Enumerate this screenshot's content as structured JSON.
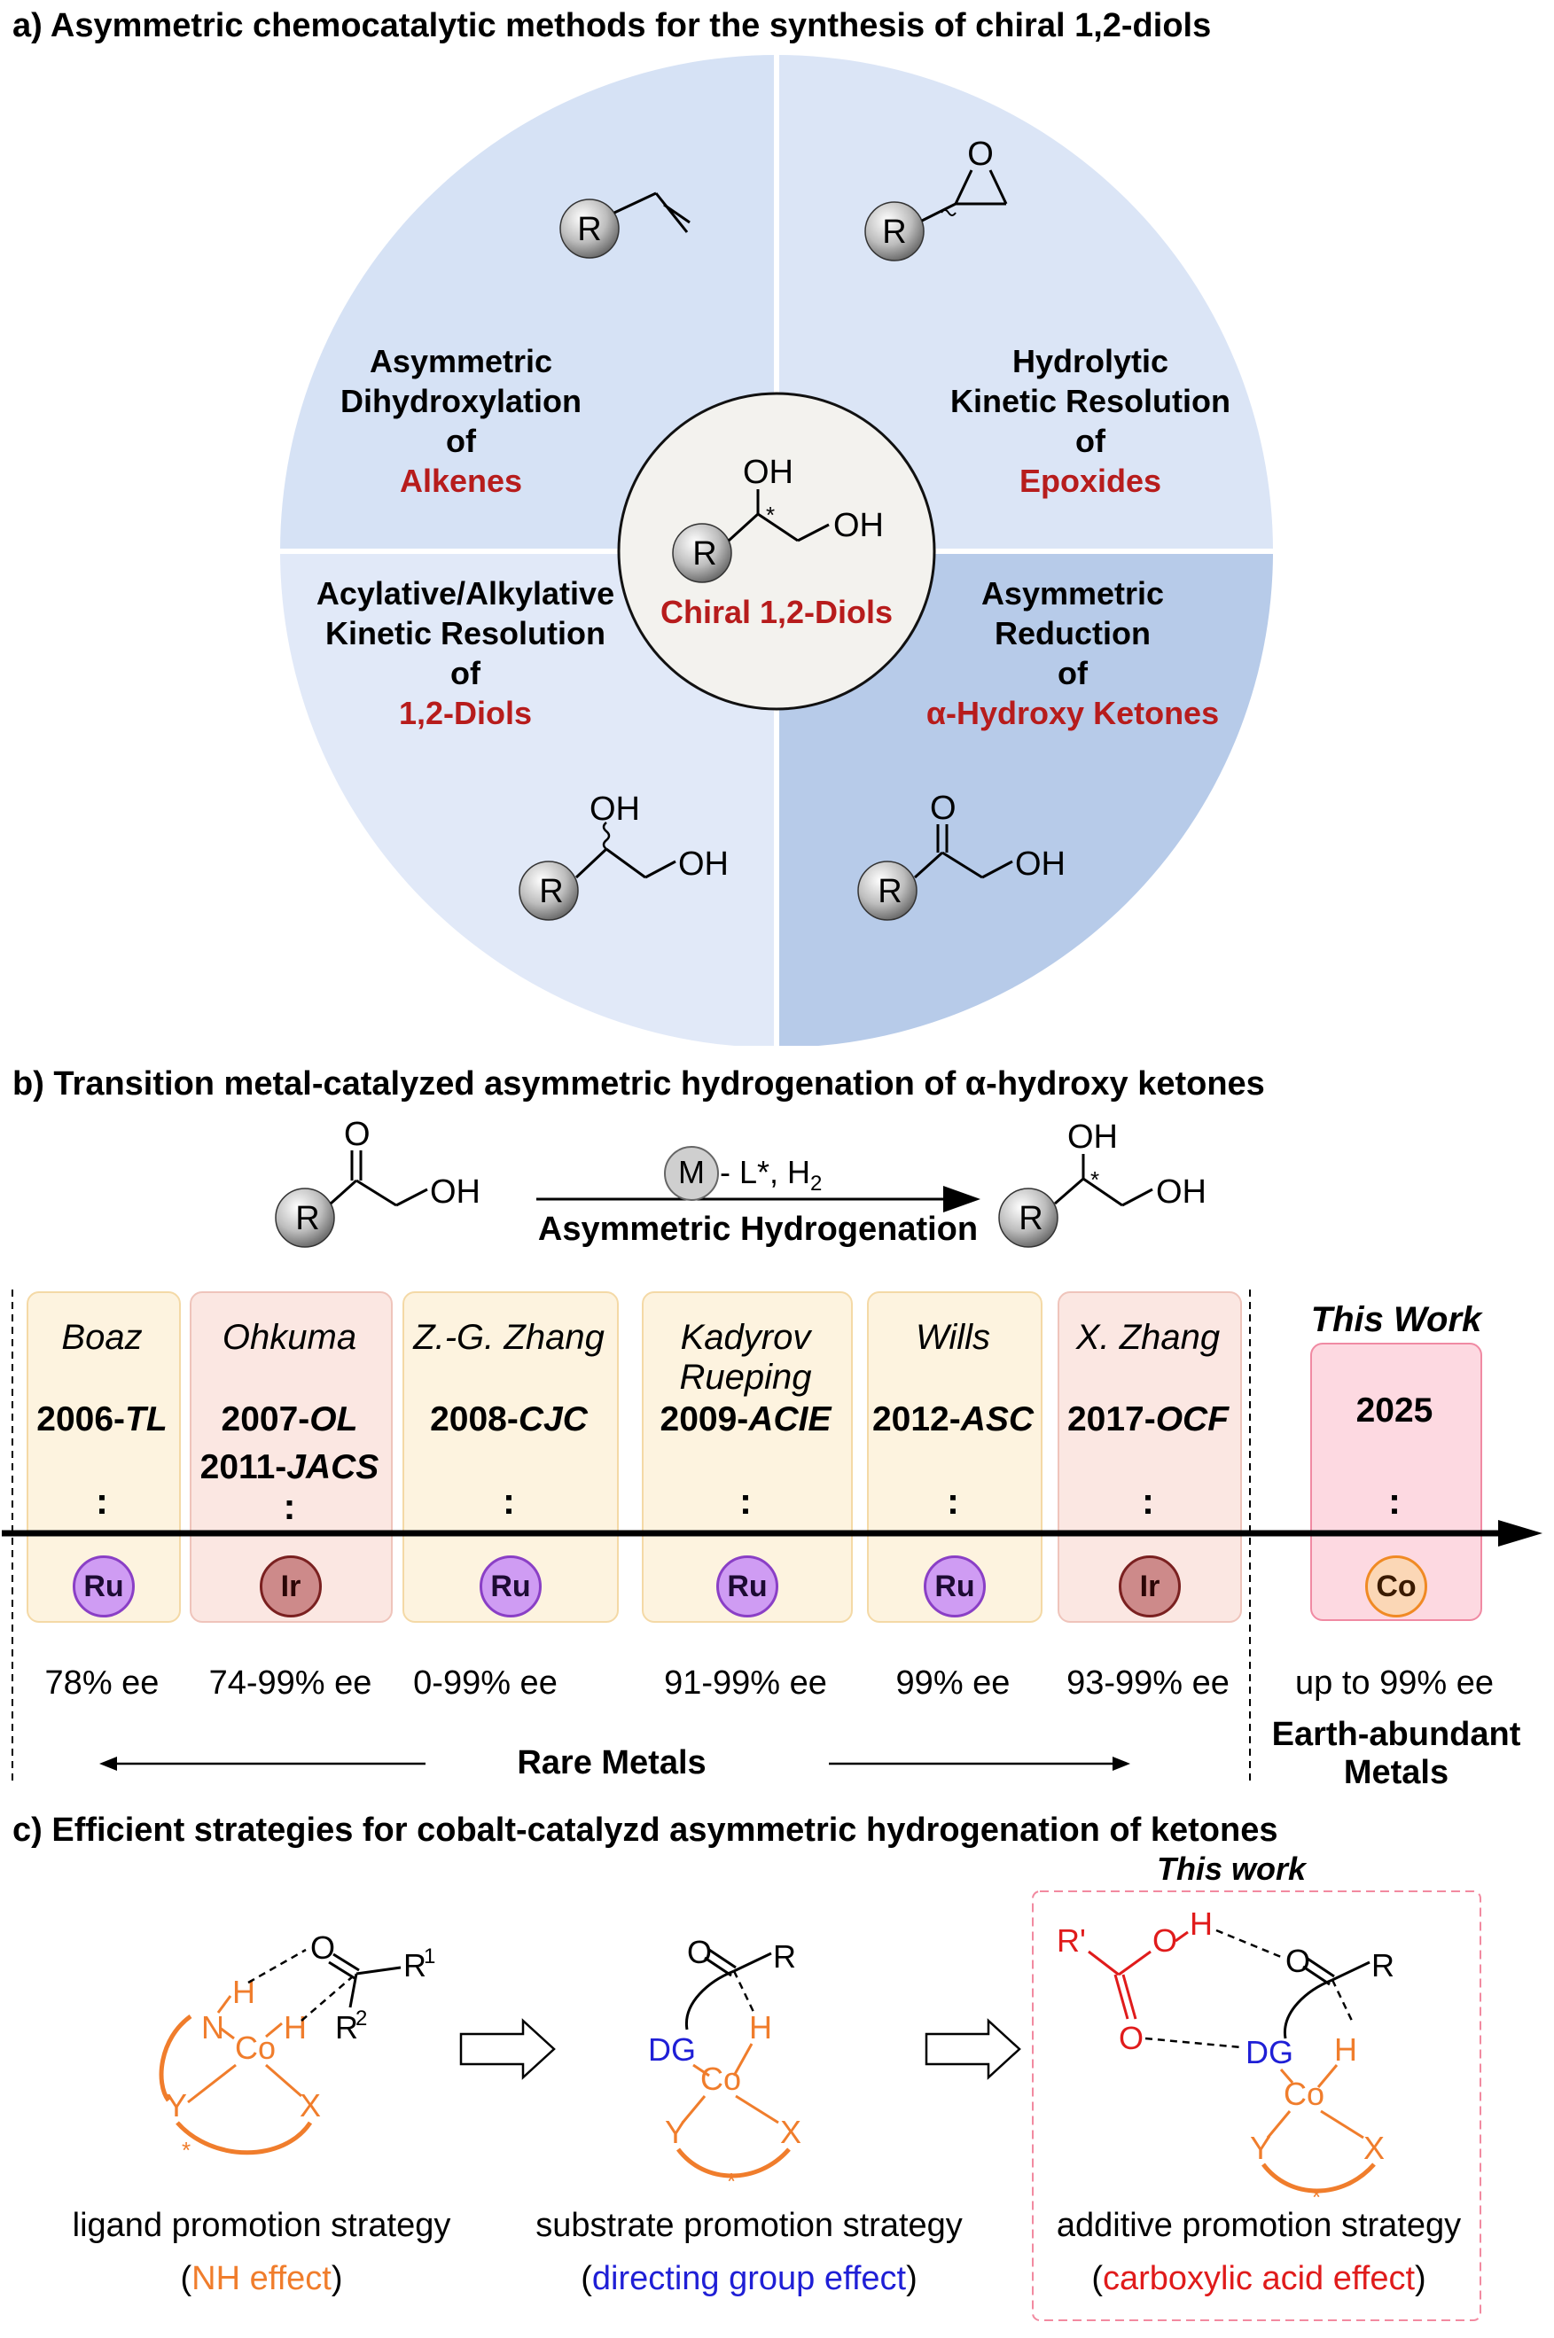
{
  "panel_a": {
    "title": "a) Asymmetric chemocatalytic methods for the synthesis of chiral 1,2-diols",
    "center_label": "Chiral 1,2-Diols",
    "quadrants": [
      {
        "line1": "Asymmetric",
        "line2": "Dihydroxylation",
        "line3": "of",
        "substrate": "Alkenes"
      },
      {
        "line1": "Hydrolytic",
        "line2": "Kinetic Resolution",
        "line3": "of",
        "substrate": "Epoxides"
      },
      {
        "line1": "Acylative/Alkylative",
        "line2": "Kinetic Resolution",
        "line3": "of",
        "substrate": "1,2-Diols"
      },
      {
        "line1": "Asymmetric",
        "line2": "Reduction",
        "line3": "of",
        "substrate": "α-Hydroxy Ketones"
      }
    ],
    "atoms": {
      "R": "R",
      "OH": "OH",
      "O": "O",
      "star": "*"
    }
  },
  "panel_b": {
    "title": "b) Transition metal-catalyzed asymmetric hydrogenation of α-hydroxy ketones",
    "catalyst_M": "M",
    "reagents": "- L*, H",
    "reagents_sub": "2",
    "reaction_label": "Asymmetric Hydrogenation",
    "this_work": "This Work",
    "entries": [
      {
        "author": "Boaz",
        "year": "2006-",
        "journal": "TL",
        "metal": "Ru",
        "ee": "78% ee"
      },
      {
        "author": "Ohkuma",
        "year": "2007-",
        "journal": "OL",
        "year2": "2011-",
        "journal2": "JACS",
        "metal": "Ir",
        "ee": "74-99% ee"
      },
      {
        "author": "Z.-G. Zhang",
        "year": "2008-",
        "journal": "CJC",
        "metal": "Ru",
        "ee": "0-99% ee"
      },
      {
        "author": "Kadyrov",
        "author2": "Rueping",
        "year": "2009-",
        "journal": "ACIE",
        "metal": "Ru",
        "ee": "91-99% ee"
      },
      {
        "author": "Wills",
        "year": "2012-",
        "journal": "ASC",
        "metal": "Ru",
        "ee": "99% ee"
      },
      {
        "author": "X. Zhang",
        "year": "2017-",
        "journal": "OCF",
        "metal": "Ir",
        "ee": "93-99% ee"
      },
      {
        "author": "",
        "year": "2025",
        "journal": "",
        "metal": "Co",
        "ee": "up to 99% ee"
      }
    ],
    "colon": ":",
    "rare_metals": "Rare Metals",
    "earth_line1": "Earth-abundant",
    "earth_line2": "Metals"
  },
  "panel_c": {
    "title": "c) Efficient strategies for cobalt-catalyzd asymmetric hydrogenation of ketones",
    "this_work": "This work",
    "strategies": [
      {
        "name": "ligand promotion strategy",
        "effect_open": "(",
        "effect": "NH effect",
        "effect_close": ")"
      },
      {
        "name": "substrate promotion strategy",
        "effect_open": "(",
        "effect": "directing group effect",
        "effect_close": ")"
      },
      {
        "name": "additive promotion strategy",
        "effect_open": "(",
        "effect": "carboxylic acid effect",
        "effect_close": ")"
      }
    ],
    "atoms": {
      "Co": "Co",
      "H": "H",
      "N": "N",
      "Y": "Y",
      "X": "X",
      "O": "O",
      "R": "R",
      "R1": "R",
      "R1sup": "1",
      "R2": "R",
      "R2sup": "2",
      "DG": "DG",
      "Rp": "R'",
      "star": "*"
    },
    "colors": {
      "orange": "#f07d2c",
      "blue": "#1f1fd6",
      "red": "#e01b1b",
      "dash_box": "#f28aa0"
    }
  }
}
